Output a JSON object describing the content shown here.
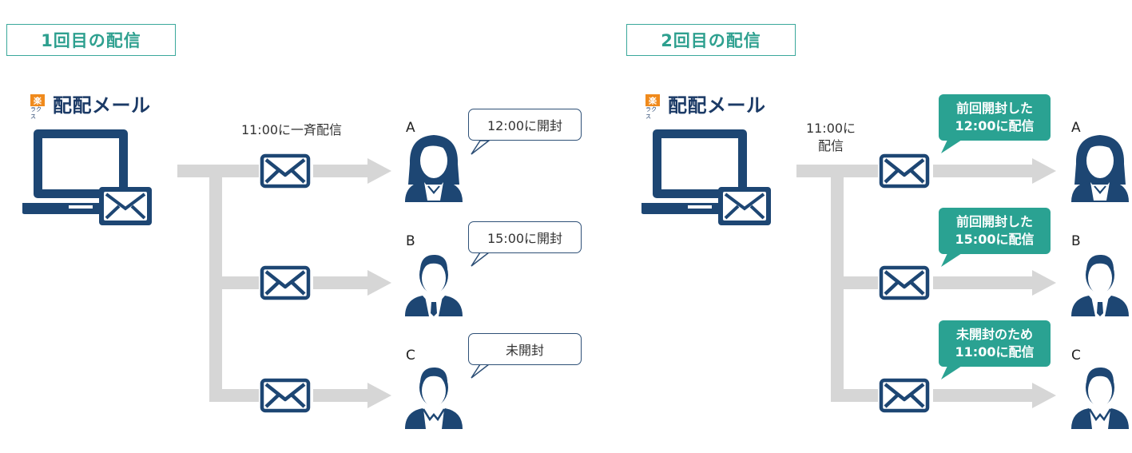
{
  "left": {
    "title": "1回目の配信",
    "logo": {
      "mark": "楽",
      "sub": "ラクス",
      "text": "配配メール"
    },
    "send_label": "11:00に一斉配信",
    "recipients": [
      {
        "letter": "A",
        "status": "12:00に開封"
      },
      {
        "letter": "B",
        "status": "15:00に開封"
      },
      {
        "letter": "C",
        "status": "未開封"
      }
    ]
  },
  "right": {
    "title": "2回目の配信",
    "logo": {
      "mark": "楽",
      "sub": "ラクス",
      "text": "配配メール"
    },
    "send_label_line1": "11:00に",
    "send_label_line2": "配信",
    "recipients": [
      {
        "letter": "A",
        "line1": "前回開封した",
        "line2": "12:00に配信"
      },
      {
        "letter": "B",
        "line1": "前回開封した",
        "line2": "15:00に配信"
      },
      {
        "letter": "C",
        "line1": "未開封のため",
        "line2": "11:00に配信"
      }
    ]
  },
  "colors": {
    "navy": "#1d4673",
    "teal": "#2aa292",
    "gray_arrow": "#d6d6d6",
    "orange": "#f08a1c"
  },
  "icons": [
    "laptop-icon",
    "envelope-icon",
    "arrow-icon",
    "woman-icon",
    "man-icon"
  ]
}
